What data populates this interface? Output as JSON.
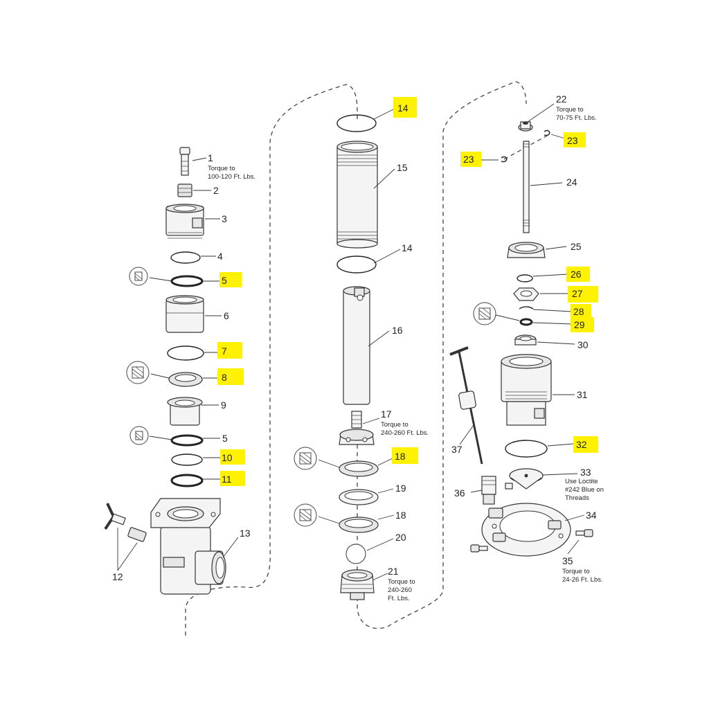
{
  "callouts": {
    "c1": "1",
    "c2": "2",
    "c3": "3",
    "c4": "4",
    "c5a": "5",
    "c5b": "5",
    "c6": "6",
    "c7": "7",
    "c8": "8",
    "c9": "9",
    "c10": "10",
    "c11": "11",
    "c12": "12",
    "c13": "13",
    "c14a": "14",
    "c14b": "14",
    "c15": "15",
    "c16": "16",
    "c17": "17",
    "c18a": "18",
    "c18b": "18",
    "c19": "19",
    "c20": "20",
    "c21": "21",
    "c22": "22",
    "c23a": "23",
    "c23b": "23",
    "c24": "24",
    "c25": "25",
    "c26": "26",
    "c27": "27",
    "c28": "28",
    "c29": "29",
    "c30": "30",
    "c31": "31",
    "c32": "32",
    "c33": "33",
    "c34": "34",
    "c35": "35",
    "c36": "36",
    "c37": "37"
  },
  "notes": {
    "n1": [
      "Torque to",
      "100-120 Ft. Lbs."
    ],
    "n17": [
      "Torque to",
      "240-260 Ft. Lbs."
    ],
    "n21": [
      "Torque to",
      "240-260",
      "Ft. Lbs."
    ],
    "n22": [
      "Torque to",
      "70-75 Ft. Lbs."
    ],
    "n33": [
      "Use Loctite",
      "#242 Blue on",
      "Threads"
    ],
    "n35": [
      "Torque to",
      "24-26 Ft. Lbs."
    ]
  },
  "colors": {
    "highlight": "#fff200",
    "line": "#333333"
  },
  "icons": [
    "seal-cross-section-icon"
  ]
}
